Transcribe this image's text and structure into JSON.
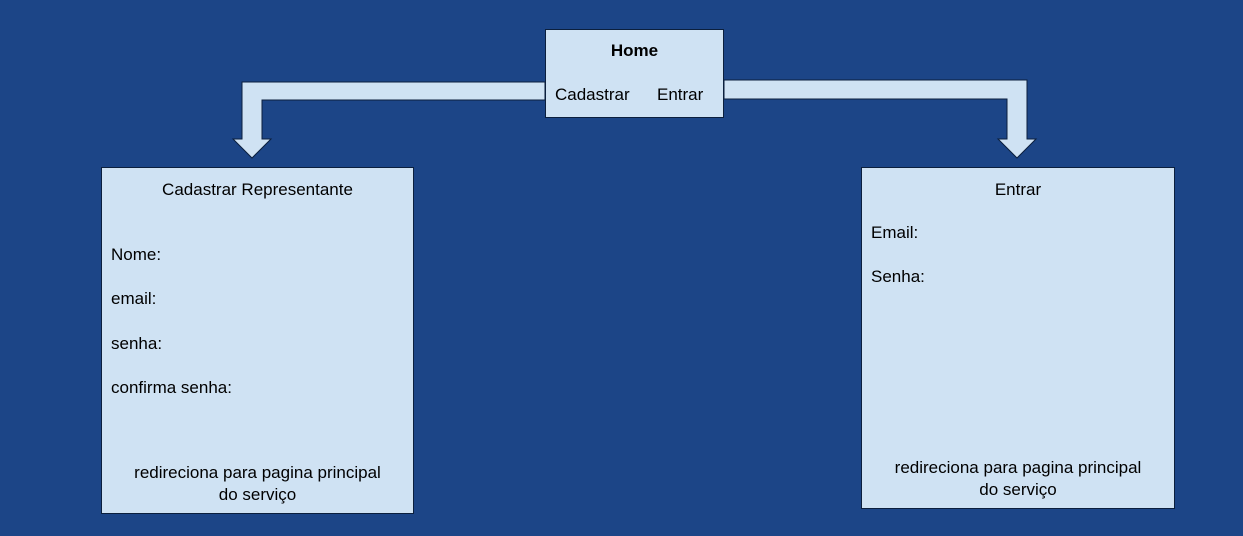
{
  "home": {
    "title": "Home",
    "cadastrar_label": "Cadastrar",
    "entrar_label": "Entrar"
  },
  "cadastrar_screen": {
    "title": "Cadastrar Representante",
    "fields": [
      "Nome:",
      "email:",
      "senha:",
      "confirma senha:"
    ],
    "footer_line1": "redireciona para pagina principal",
    "footer_line2": "do serviço"
  },
  "entrar_screen": {
    "title": "Entrar",
    "fields": [
      "Email:",
      "Senha:"
    ],
    "footer_line1": "redireciona para pagina principal",
    "footer_line2": "do serviço"
  },
  "colors": {
    "background": "#1c4587",
    "box_fill": "#cfe2f3",
    "arrow_fill": "#cfe2f3"
  }
}
